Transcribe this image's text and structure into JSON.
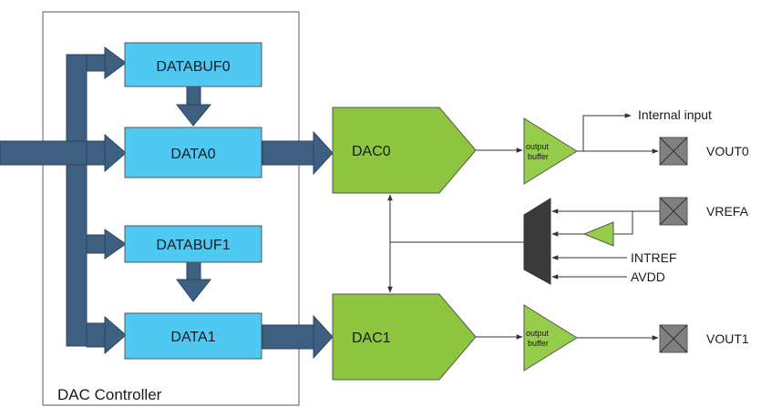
{
  "controller": {
    "label": "DAC Controller"
  },
  "registers": {
    "databuf0": "DATABUF0",
    "data0": "DATA0",
    "databuf1": "DATABUF1",
    "data1": "DATA1"
  },
  "converters": {
    "dac0": "DAC0",
    "dac1": "DAC1"
  },
  "buffers": {
    "buffer0": {
      "line1": "output",
      "line2": "buffer"
    },
    "buffer1": {
      "line1": "output",
      "line2": "buffer"
    }
  },
  "signals": {
    "internal_input": "Internal input",
    "vout0": "VOUT0",
    "vout1": "VOUT1",
    "vrefa": "VREFA",
    "intref": "INTREF",
    "avdd": "AVDD"
  },
  "colors": {
    "register_fill": "#4fc8f2",
    "dac_fill": "#8dc53f",
    "buffer_fill": "#95cc4a",
    "bus": "#3e5f80",
    "mux": "#3a3a3a",
    "pin": "#808080"
  }
}
